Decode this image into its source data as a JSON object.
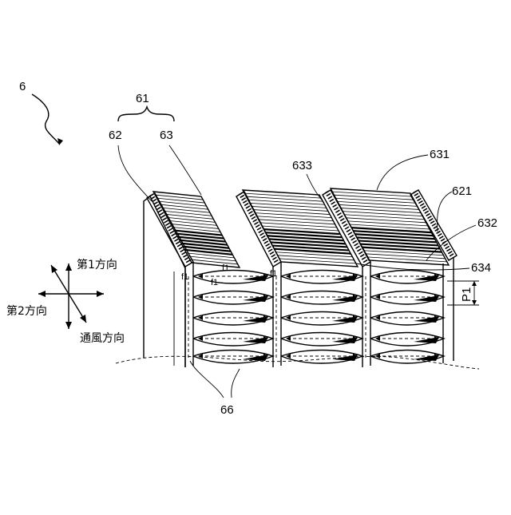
{
  "labels": {
    "assembly": "6",
    "core": "61",
    "tube": "62",
    "fin": "63",
    "tube_side": "621",
    "fin_top": "631",
    "fin_part_632": "632",
    "fin_part_633": "633",
    "fin_part_634": "634",
    "lower_ref": "66",
    "flow": "f1",
    "pitch": "P1"
  },
  "directions": {
    "first": "第1方向",
    "second": "第2方向",
    "airflow": "通風方向"
  }
}
